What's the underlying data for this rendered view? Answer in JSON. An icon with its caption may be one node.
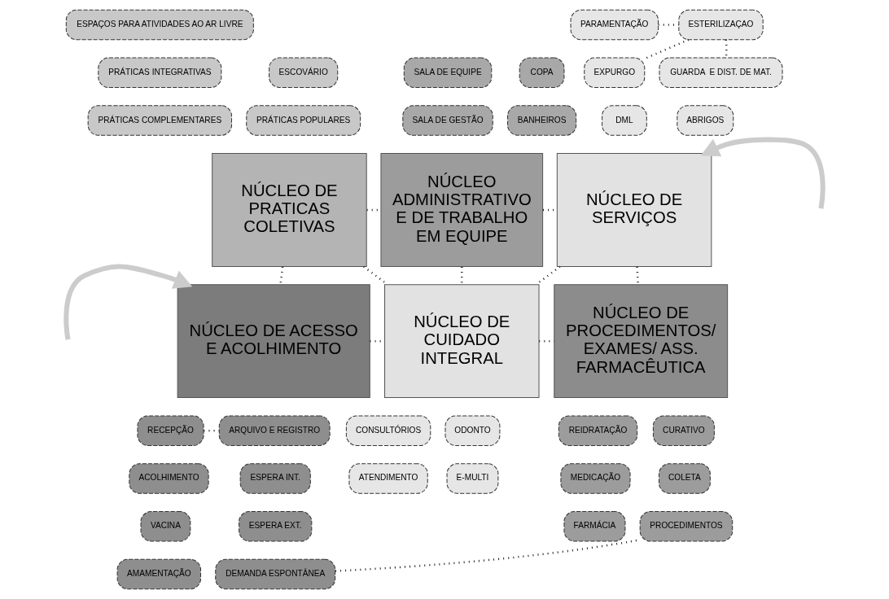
{
  "diagram": {
    "nodes": [
      {
        "text": [
          "NÚCLEO DE PRATICAS COLETIVAS"
        ]
      },
      {
        "text": [
          "NÚCLEO ADMINISTRATIVO E DE TRABALHO EM EQUIPE"
        ]
      },
      {
        "text": [
          "NÚCLEO DE SERVIÇOS"
        ]
      },
      {
        "text": [
          "NÚCLEO DE ACESSO E ACOLHIMENTO"
        ]
      },
      {
        "text": [
          "NÚCLEO DE CUIDADO INTEGRAL"
        ]
      },
      {
        "text": [
          "NÚCLEO DE PROCEDIMENTOS/ EXAMES/ ASS. FARMACÊUTICA"
        ]
      },
      {
        "text": [
          "ESPAÇOS PARA ATIVIDADES AO AR LIVRE"
        ]
      },
      {
        "text": [
          "PRÁTICAS INTEGRATIVAS"
        ]
      },
      {
        "text": [
          "ESCOVÁRIO"
        ]
      },
      {
        "text": [
          "PRÁTICAS COMPLEMENTARES"
        ]
      },
      {
        "text": [
          "PRÁTICAS POPULARES"
        ]
      },
      {
        "text": [
          "SALA DE EQUIPE"
        ]
      },
      {
        "text": [
          "COPA"
        ]
      },
      {
        "text": [
          "SALA DE GESTÃO"
        ]
      },
      {
        "text": [
          "BANHEIROS"
        ]
      },
      {
        "text": [
          "PARAMENTAÇÃO"
        ]
      },
      {
        "text": [
          "ESTERILIZAÇAO"
        ]
      },
      {
        "text": [
          "EXPURGO"
        ]
      },
      {
        "text": [
          "GUARDA  E DIST. DE MAT."
        ]
      },
      {
        "text": [
          "DML"
        ]
      },
      {
        "text": [
          "ABRIGOS"
        ]
      },
      {
        "text": [
          "RECEPÇÃO"
        ]
      },
      {
        "text": [
          "ARQUIVO E REGISTRO"
        ]
      },
      {
        "text": [
          "ACOLHIMENTO"
        ]
      },
      {
        "text": [
          "ESPERA INT."
        ]
      },
      {
        "text": [
          "VACINA"
        ]
      },
      {
        "text": [
          "ESPERA EXT."
        ]
      },
      {
        "text": [
          "AMAMENTAÇÃO"
        ]
      },
      {
        "text": [
          "DEMANDA ESPONTÂNEA"
        ]
      },
      {
        "text": [
          "CONSULTÓRIOS"
        ]
      },
      {
        "text": [
          "ODONTO"
        ]
      },
      {
        "text": [
          "ATENDIMENTO"
        ]
      },
      {
        "text": [
          "E-MULTI"
        ]
      },
      {
        "text": [
          "REIDRATAÇÃO"
        ]
      },
      {
        "text": [
          "CURATIVO"
        ]
      },
      {
        "text": [
          "MEDICAÇÃO"
        ]
      },
      {
        "text": [
          "COLETA"
        ]
      },
      {
        "text": [
          "FARMÁCIA"
        ]
      },
      {
        "text": [
          "PROCEDIMENTOS"
        ]
      }
    ],
    "edges": [
      {
        "from": 0,
        "to": 1,
        "arrow": "none",
        "style": "dashed"
      },
      {
        "from": 1,
        "to": 2,
        "arrow": "none",
        "style": "dashed"
      },
      {
        "from": 0,
        "to": 3,
        "arrow": "none",
        "style": "dashed"
      },
      {
        "from": 0,
        "to": 4,
        "arrow": "none",
        "style": "dashed"
      },
      {
        "from": 1,
        "to": 4,
        "arrow": "none",
        "style": "dashed"
      },
      {
        "from": 2,
        "to": 4,
        "arrow": "none",
        "style": "dashed"
      },
      {
        "from": 2,
        "to": 5,
        "arrow": "none",
        "style": "dashed"
      },
      {
        "from": 3,
        "to": 4,
        "arrow": "none",
        "style": "dashed"
      },
      {
        "from": 4,
        "to": 5,
        "arrow": "none",
        "style": "dashed"
      },
      {
        "from": null,
        "to": 3,
        "arrow": "to",
        "style": "thick",
        "color": "#cccccc"
      },
      {
        "from": null,
        "to": 2,
        "arrow": "to",
        "style": "thick",
        "color": "#cccccc"
      },
      {
        "from": 15,
        "to": 16,
        "arrow": "none",
        "style": "dashed"
      },
      {
        "from": 16,
        "to": 17,
        "arrow": "none",
        "style": "dashed"
      },
      {
        "from": 16,
        "to": 18,
        "arrow": "none",
        "style": "dashed"
      },
      {
        "from": 21,
        "to": 22,
        "arrow": "none",
        "style": "dashed"
      },
      {
        "from": 28,
        "to": 38,
        "arrow": "none",
        "style": "dashed"
      }
    ]
  }
}
